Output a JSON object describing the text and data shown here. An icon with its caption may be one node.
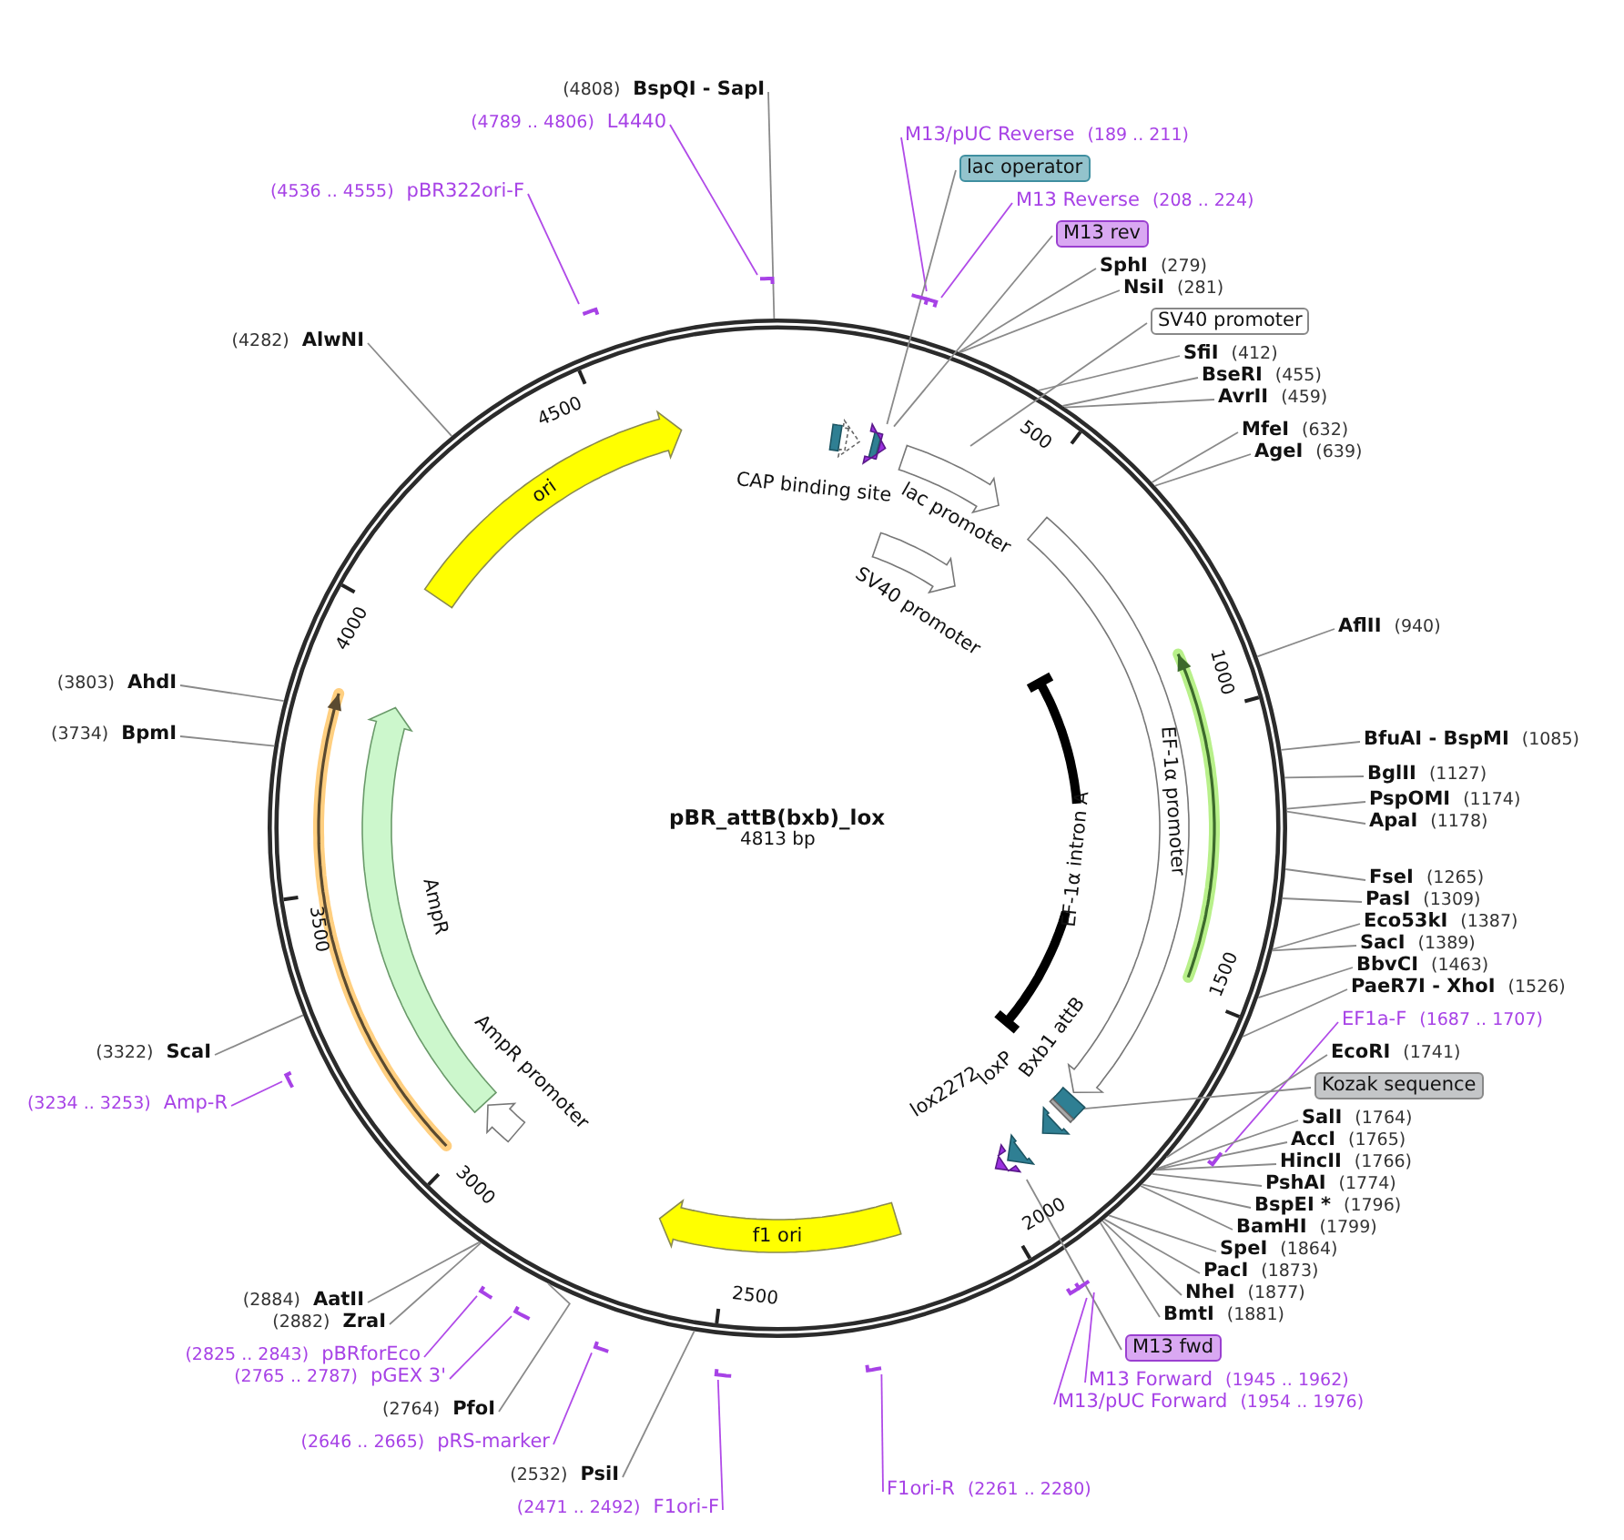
{
  "diagram": {
    "title": "pBR_attB(bxb)_lox",
    "nodes": [
      {
        "text": [
          "(4808)",
          "BspQI - SapI"
        ]
      },
      {
        "text": [
          "(4789 .. 4806)",
          "L4440"
        ]
      },
      {
        "text": [
          "M13/pUC Reverse",
          "(189 .. 211)"
        ]
      },
      {
        "text": [
          "lac operator"
        ]
      },
      {
        "text": [
          "M13 Reverse",
          "(208 .. 224)"
        ]
      },
      {
        "text": [
          "M13 rev"
        ]
      },
      {
        "text": [
          "SphI",
          "(279)"
        ]
      },
      {
        "text": [
          "NsiI",
          "(281)"
        ]
      },
      {
        "text": [
          "SV40 promoter"
        ]
      },
      {
        "text": [
          "SfiI",
          "(412)"
        ]
      },
      {
        "text": [
          "BseRI",
          "(455)"
        ]
      },
      {
        "text": [
          "AvrII",
          "(459)"
        ]
      },
      {
        "text": [
          "MfeI",
          "(632)"
        ]
      },
      {
        "text": [
          "AgeI",
          "(639)"
        ]
      },
      {
        "text": [
          "AflII",
          "(940)"
        ]
      },
      {
        "text": [
          "BfuAI - BspMI",
          "(1085)"
        ]
      },
      {
        "text": [
          "BglII",
          "(1127)"
        ]
      },
      {
        "text": [
          "PspOMI",
          "(1174)"
        ]
      },
      {
        "text": [
          "ApaI",
          "(1178)"
        ]
      },
      {
        "text": [
          "FseI",
          "(1265)"
        ]
      },
      {
        "text": [
          "PasI",
          "(1309)"
        ]
      },
      {
        "text": [
          "Eco53kI",
          "(1387)"
        ]
      },
      {
        "text": [
          "SacI",
          "(1389)"
        ]
      },
      {
        "text": [
          "BbvCI",
          "(1463)"
        ]
      },
      {
        "text": [
          "PaeR7I - XhoI",
          "(1526)"
        ]
      },
      {
        "text": [
          "EF1a-F",
          "(1687 .. 1707)"
        ]
      },
      {
        "text": [
          "EcoRI",
          "(1741)"
        ]
      },
      {
        "text": [
          "Kozak sequence"
        ]
      },
      {
        "text": [
          "SalI",
          "(1764)"
        ]
      },
      {
        "text": [
          "AccI",
          "(1765)"
        ]
      },
      {
        "text": [
          "HincII",
          "(1766)"
        ]
      },
      {
        "text": [
          "PshAI",
          "(1774)"
        ]
      },
      {
        "text": [
          "BspEI *",
          "(1796)"
        ]
      },
      {
        "text": [
          "BamHI",
          "(1799)"
        ]
      },
      {
        "text": [
          "SpeI",
          "(1864)"
        ]
      },
      {
        "text": [
          "PacI",
          "(1873)"
        ]
      },
      {
        "text": [
          "NheI",
          "(1877)"
        ]
      },
      {
        "text": [
          "BmtI",
          "(1881)"
        ]
      },
      {
        "text": [
          "M13 fwd"
        ]
      },
      {
        "text": [
          "M13 Forward",
          "(1945 .. 1962)"
        ]
      },
      {
        "text": [
          "M13/pUC Forward",
          "(1954 .. 1976)"
        ]
      },
      {
        "text": [
          "F1ori-R",
          "(2261 .. 2280)"
        ]
      },
      {
        "text": [
          "(2471 .. 2492)",
          "F1ori-F"
        ]
      },
      {
        "text": [
          "(2532)",
          "PsiI"
        ]
      },
      {
        "text": [
          "(2646 .. 2665)",
          "pRS-marker"
        ]
      },
      {
        "text": [
          "(2764)",
          "PfoI"
        ]
      },
      {
        "text": [
          "(2765 .. 2787)",
          "pGEX 3'"
        ]
      },
      {
        "text": [
          "(2825 .. 2843)",
          "pBRforEco"
        ]
      },
      {
        "text": [
          "(2882)",
          "ZraI"
        ]
      },
      {
        "text": [
          "(2884)",
          "AatII"
        ]
      },
      {
        "text": [
          "(3234 .. 3253)",
          "Amp-R"
        ]
      },
      {
        "text": [
          "(3322)",
          "ScaI"
        ]
      },
      {
        "text": [
          "(3734)",
          "BpmI"
        ]
      },
      {
        "text": [
          "(3803)",
          "AhdI"
        ]
      },
      {
        "text": [
          "(4282)",
          "AlwNI"
        ]
      },
      {
        "text": [
          "(4536 .. 4555)",
          "pBR322ori-F"
        ]
      },
      {
        "text": [
          "ori"
        ]
      },
      {
        "text": [
          "f1 ori"
        ]
      },
      {
        "text": [
          "AmpR"
        ]
      },
      {
        "text": [
          "AmpR promoter"
        ]
      },
      {
        "text": [
          "lac promoter"
        ]
      },
      {
        "text": [
          "CAP binding site"
        ]
      },
      {
        "text": [
          "SV40 promoter"
        ]
      },
      {
        "text": [
          "EF-1α promoter"
        ]
      },
      {
        "text": [
          "EF-1α intron A"
        ]
      },
      {
        "text": [
          "Bxb1 attB"
        ]
      },
      {
        "text": [
          "loxP"
        ]
      },
      {
        "text": [
          "lox2272"
        ]
      },
      {
        "text": [],
        "shape": "box"
      },
      {
        "text": [],
        "shape": "box"
      },
      {
        "text": [],
        "shape": "box"
      },
      {
        "text": [],
        "shape": "box"
      },
      {
        "text": [],
        "shape": "bar"
      },
      {
        "text": [],
        "shape": "bar"
      },
      {
        "text": [],
        "shape": "bar"
      },
      {
        "text": [],
        "shape": "bar"
      },
      {
        "text": [],
        "shape": "bar"
      },
      {
        "text": [],
        "shape": "bar"
      },
      {
        "text": [],
        "shape": "bar"
      },
      {
        "text": [],
        "shape": "bar"
      },
      {
        "text": [],
        "shape": "bar"
      },
      {
        "text": [],
        "shape": "bar"
      },
      {
        "text": [],
        "shape": "bar"
      },
      {
        "text": [],
        "shape": "bar"
      },
      {
        "text": [],
        "shape": "bar"
      }
    ],
    "edges": [
      {
        "from": 0,
        "to": null,
        "arrow": "none"
      },
      {
        "from": 1,
        "to": 72,
        "arrow": "none",
        "color": "#b04ae8"
      },
      {
        "from": 2,
        "to": 73,
        "arrow": "none",
        "color": "#b04ae8"
      },
      {
        "from": 3,
        "to": 68,
        "arrow": "none"
      },
      {
        "from": 4,
        "to": 74,
        "arrow": "none",
        "color": "#b04ae8"
      },
      {
        "from": 5,
        "to": 69,
        "arrow": "none"
      },
      {
        "from": 6,
        "to": null,
        "arrow": "none"
      },
      {
        "from": 7,
        "to": null,
        "arrow": "none"
      },
      {
        "from": 8,
        "to": null,
        "arrow": "none"
      },
      {
        "from": 9,
        "to": null,
        "arrow": "none"
      },
      {
        "from": 10,
        "to": null,
        "arrow": "none"
      },
      {
        "from": 11,
        "to": null,
        "arrow": "none"
      },
      {
        "from": 12,
        "to": null,
        "arrow": "none"
      },
      {
        "from": 13,
        "to": null,
        "arrow": "none"
      },
      {
        "from": 14,
        "to": null,
        "arrow": "none"
      },
      {
        "from": 15,
        "to": null,
        "arrow": "none"
      },
      {
        "from": 16,
        "to": null,
        "arrow": "none"
      },
      {
        "from": 17,
        "to": null,
        "arrow": "none"
      },
      {
        "from": 18,
        "to": null,
        "arrow": "none"
      },
      {
        "from": 19,
        "to": null,
        "arrow": "none"
      },
      {
        "from": 20,
        "to": null,
        "arrow": "none"
      },
      {
        "from": 21,
        "to": null,
        "arrow": "none"
      },
      {
        "from": 22,
        "to": null,
        "arrow": "none"
      },
      {
        "from": 23,
        "to": null,
        "arrow": "none"
      },
      {
        "from": 24,
        "to": null,
        "arrow": "none"
      },
      {
        "from": 25,
        "to": 75,
        "arrow": "none",
        "color": "#b04ae8"
      },
      {
        "from": 26,
        "to": null,
        "arrow": "none"
      },
      {
        "from": 27,
        "to": 70,
        "arrow": "none"
      },
      {
        "from": 28,
        "to": null,
        "arrow": "none"
      },
      {
        "from": 29,
        "to": null,
        "arrow": "none"
      },
      {
        "from": 30,
        "to": null,
        "arrow": "none"
      },
      {
        "from": 31,
        "to": null,
        "arrow": "none"
      },
      {
        "from": 32,
        "to": null,
        "arrow": "none"
      },
      {
        "from": 33,
        "to": null,
        "arrow": "none"
      },
      {
        "from": 34,
        "to": null,
        "arrow": "none"
      },
      {
        "from": 35,
        "to": null,
        "arrow": "none"
      },
      {
        "from": 36,
        "to": null,
        "arrow": "none"
      },
      {
        "from": 37,
        "to": null,
        "arrow": "none"
      },
      {
        "from": 38,
        "to": 71,
        "arrow": "none"
      },
      {
        "from": 39,
        "to": 76,
        "arrow": "none",
        "color": "#b04ae8"
      },
      {
        "from": 40,
        "to": 77,
        "arrow": "none",
        "color": "#b04ae8"
      },
      {
        "from": 41,
        "to": 78,
        "arrow": "none",
        "color": "#b04ae8"
      },
      {
        "from": 42,
        "to": 79,
        "arrow": "none",
        "color": "#b04ae8"
      },
      {
        "from": 43,
        "to": null,
        "arrow": "none"
      },
      {
        "from": 44,
        "to": 80,
        "arrow": "none",
        "color": "#b04ae8"
      },
      {
        "from": 45,
        "to": null,
        "arrow": "none"
      },
      {
        "from": 46,
        "to": 81,
        "arrow": "none",
        "color": "#b04ae8"
      },
      {
        "from": 47,
        "to": 82,
        "arrow": "none",
        "color": "#b04ae8"
      },
      {
        "from": 48,
        "to": null,
        "arrow": "none"
      },
      {
        "from": 49,
        "to": null,
        "arrow": "none"
      },
      {
        "from": 50,
        "to": 83,
        "arrow": "none",
        "color": "#b04ae8"
      },
      {
        "from": 51,
        "to": null,
        "arrow": "none"
      },
      {
        "from": 52,
        "to": null,
        "arrow": "none"
      },
      {
        "from": 53,
        "to": null,
        "arrow": "none"
      },
      {
        "from": 54,
        "to": null,
        "arrow": "none"
      },
      {
        "from": 55,
        "to": 84,
        "arrow": "none",
        "color": "#b04ae8"
      }
    ],
    "labels": [
      "4813 bp",
      "500",
      "1000",
      "1500",
      "2000",
      "2500",
      "3000",
      "3500",
      "4000",
      "4500"
    ]
  }
}
